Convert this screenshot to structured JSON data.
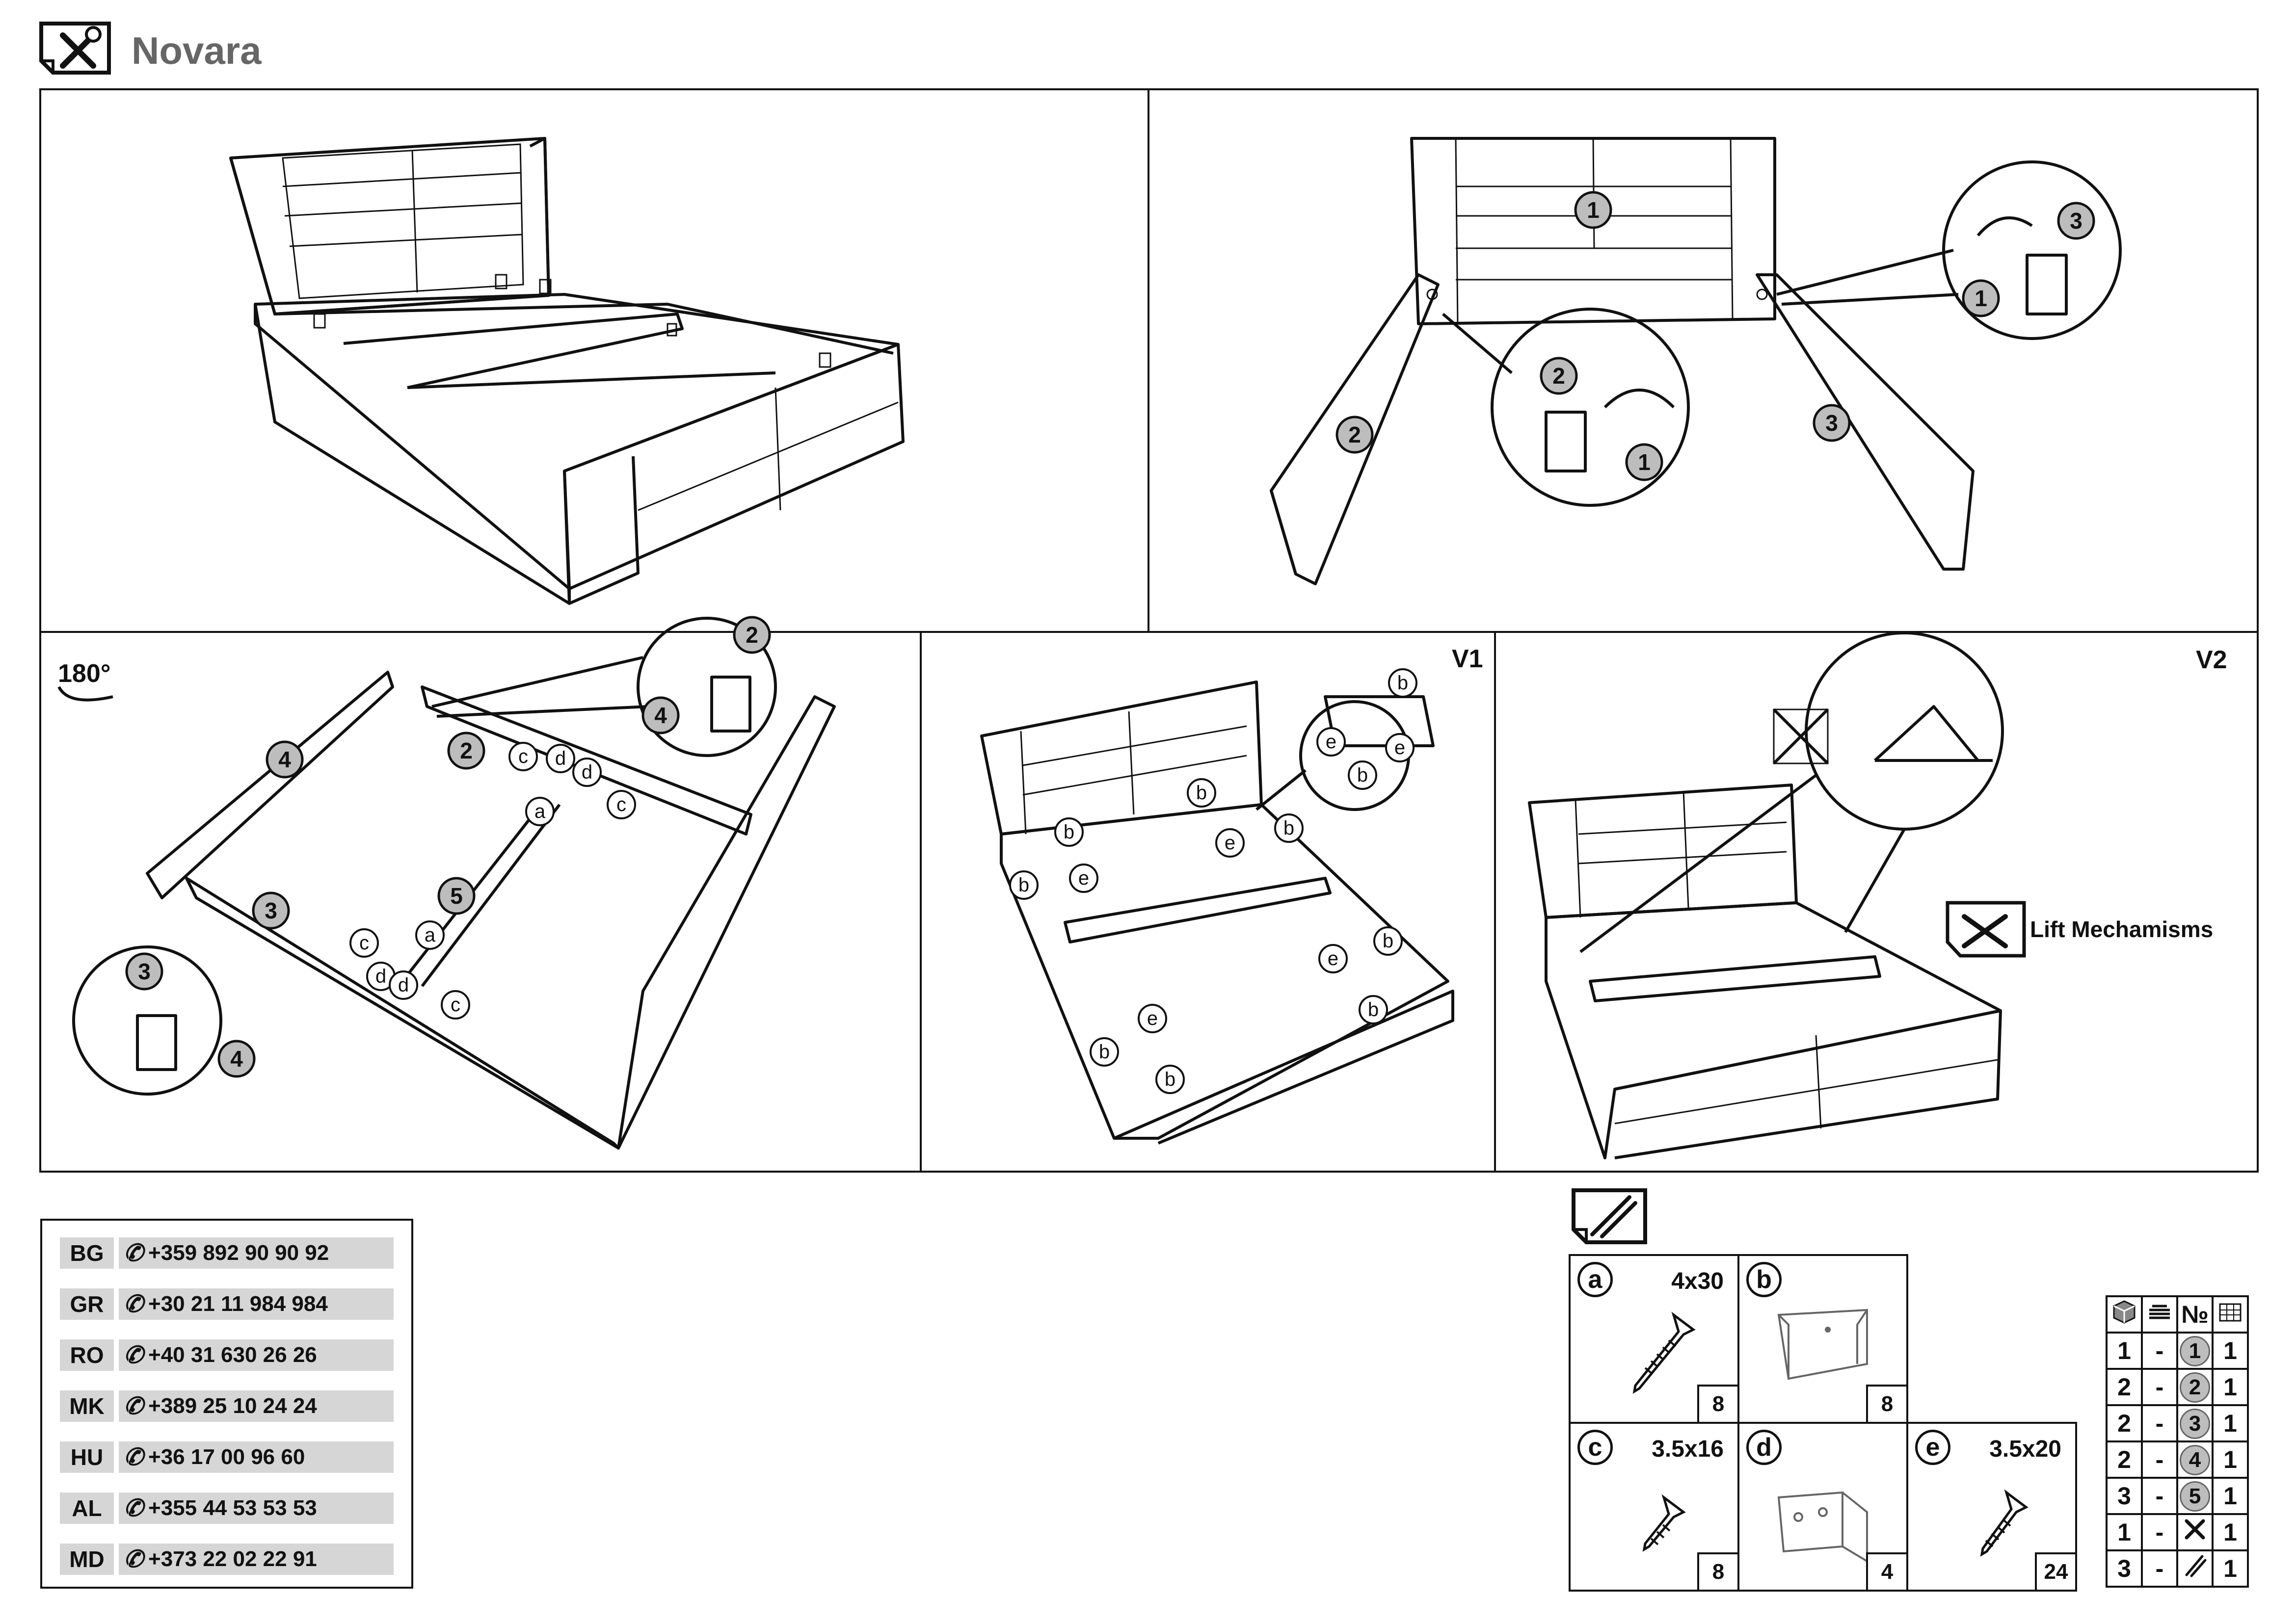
{
  "header": {
    "title": "Novara",
    "icon": "tools-icon"
  },
  "steps": {
    "step1": {
      "label": ""
    },
    "step2": {
      "bubbles": [
        "1",
        "2",
        "3",
        "2",
        "1",
        "3",
        "1"
      ]
    },
    "step3": {
      "rotation_label": "180°",
      "bubbles": [
        "4",
        "2",
        "3",
        "5",
        "2",
        "4",
        "3",
        "4"
      ],
      "letters": [
        "c",
        "d",
        "d",
        "c",
        "a",
        "a",
        "c",
        "d",
        "d",
        "c"
      ]
    },
    "step4": {
      "variant": "V1",
      "letters": [
        "b",
        "e",
        "e",
        "b",
        "b",
        "b",
        "e",
        "b",
        "e",
        "b",
        "b",
        "e",
        "b",
        "e",
        "b",
        "b"
      ]
    },
    "step5": {
      "variant": "V2",
      "lift_label": "Lift Mechamisms"
    }
  },
  "contacts": [
    {
      "code": "BG",
      "phone": "+359 892 90 90 92"
    },
    {
      "code": "GR",
      "phone": "+30 21 11 984 984"
    },
    {
      "code": "RO",
      "phone": "+40 31 630 26 26"
    },
    {
      "code": "MK",
      "phone": "+389 25 10 24 24"
    },
    {
      "code": "HU",
      "phone": "+36 17 00 96 60"
    },
    {
      "code": "AL",
      "phone": "+355 44 53 53 53"
    },
    {
      "code": "MD",
      "phone": "+373 22 02 22 91"
    }
  ],
  "hardware": [
    {
      "letter": "a",
      "size": "4x30",
      "qty": "8",
      "kind": "screw"
    },
    {
      "letter": "b",
      "size": "",
      "qty": "8",
      "kind": "bracket"
    },
    {
      "letter": "c",
      "size": "3.5x16",
      "qty": "8",
      "kind": "screw"
    },
    {
      "letter": "d",
      "size": "",
      "qty": "4",
      "kind": "angle"
    },
    {
      "letter": "e",
      "size": "3.5x20",
      "qty": "24",
      "kind": "screw"
    }
  ],
  "parts_table": {
    "header_icons": [
      "box-icon",
      "package-layers-icon",
      "number-sign",
      "bed-icon"
    ],
    "header_number_sign": "№",
    "rows": [
      {
        "box": "1",
        "sep": "-",
        "part": "1",
        "qty": "1"
      },
      {
        "box": "2",
        "sep": "-",
        "part": "2",
        "qty": "1"
      },
      {
        "box": "2",
        "sep": "-",
        "part": "3",
        "qty": "1"
      },
      {
        "box": "2",
        "sep": "-",
        "part": "4",
        "qty": "1"
      },
      {
        "box": "3",
        "sep": "-",
        "part": "5",
        "qty": "1"
      },
      {
        "box": "1",
        "sep": "-",
        "part": "tools-icon",
        "qty": "1"
      },
      {
        "box": "3",
        "sep": "-",
        "part": "hardware-icon",
        "qty": "1"
      }
    ]
  }
}
